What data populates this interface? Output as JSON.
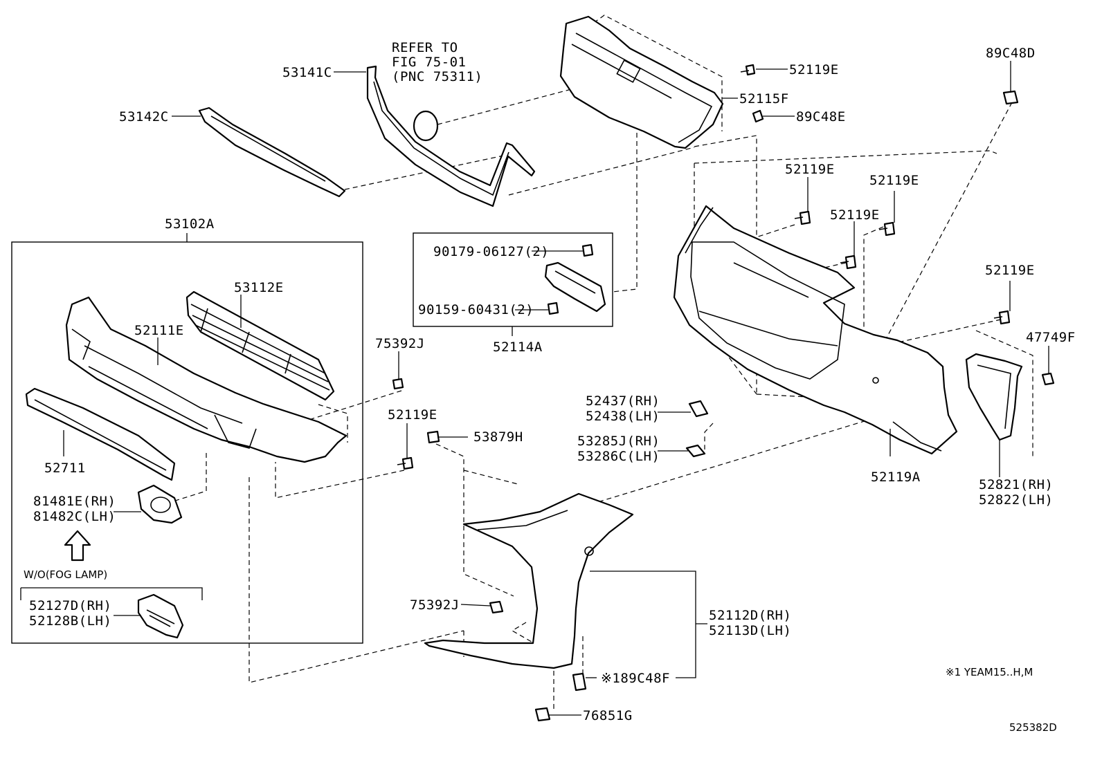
{
  "labels": {
    "p53141C": "53141C",
    "refer1": "REFER TO",
    "refer2": "FIG 75-01",
    "refer3": "(PNC 75311)",
    "p53142C": "53142C",
    "p52119E_top": "52119E",
    "p52115F": "52115F",
    "p89C48E": "89C48E",
    "p89C48D": "89C48D",
    "p52119E_a": "52119E",
    "p52119E_b": "52119E",
    "p52119E_c": "52119E",
    "p52119E_d": "52119E",
    "p90179": "90179-06127(2)",
    "p90159": "90159-60431(2)",
    "p52114A": "52114A",
    "p53102A": "53102A",
    "p53112E": "53112E",
    "p52111E": "52111E",
    "p52711": "52711",
    "p81481E": "81481E(RH)",
    "p81482C": "81482C(LH)",
    "wo_fog": "W/O(FOG LAMP)",
    "p52127D": "52127D(RH)",
    "p52128B": "52128B(LH)",
    "p75392J_a": "75392J",
    "p52119E_mid": "52119E",
    "p53879H": "53879H",
    "p52437": "52437(RH)",
    "p52438": "52438(LH)",
    "p53285J": "53285J(RH)",
    "p53286C": "53286C(LH)",
    "p52119A": "52119A",
    "p47749F": "47749F",
    "p52821": "52821(RH)",
    "p52822": "52822(LH)",
    "p75392J_b": "75392J",
    "p52112D": "52112D(RH)",
    "p52113D": "52113D(LH)",
    "p89C48F": "※189C48F",
    "p76851G": "76851G",
    "footnote": "※1 YEAM15..H,M",
    "diagram_id": "525382D"
  },
  "icons": {
    "arrow": "up-arrow-icon",
    "bolt": "bolt-icon",
    "clip": "clip-icon"
  }
}
